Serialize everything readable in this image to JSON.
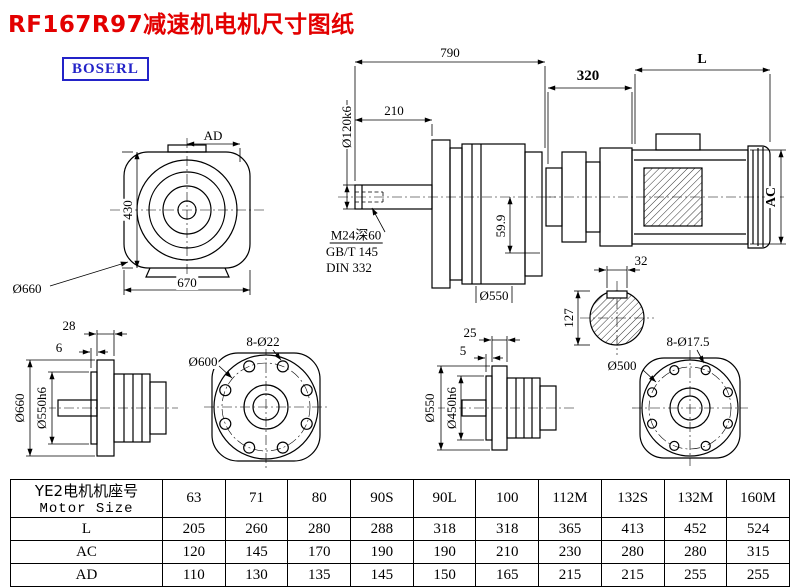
{
  "page": {
    "title": "RF167R97减速机电机尺寸图纸",
    "brand": "BOSERL"
  },
  "dims": {
    "ad": "AD",
    "d430": "430",
    "d670": "670",
    "d660a": "Ø660",
    "d790": "790",
    "d210": "210",
    "d120": "Ø120k6",
    "m24": "M24深60",
    "gbt": "GB/T 145",
    "din": "DIN 332",
    "d599": "59.9",
    "d550a": "Ø550",
    "d320": "320",
    "dL": "L",
    "dAC": "AC",
    "d32": "32",
    "d127": "127",
    "d28": "28",
    "d6": "6",
    "d660b": "Ø660",
    "d550h6": "Ø550h6",
    "d600": "Ø600",
    "h22": "8-Ø22",
    "d25": "25",
    "d5": "5",
    "d550b": "Ø550",
    "d450h6": "Ø450h6",
    "d500": "Ø500",
    "h175": "8-Ø17.5"
  },
  "table": {
    "header_cn": "YE2电机机座号",
    "header_en": "Motor Size",
    "columns": [
      "63",
      "71",
      "80",
      "90S",
      "90L",
      "100",
      "112M",
      "132S",
      "132M",
      "160M"
    ],
    "rows": [
      {
        "label": "L",
        "values": [
          "205",
          "260",
          "280",
          "288",
          "318",
          "318",
          "365",
          "413",
          "452",
          "524"
        ]
      },
      {
        "label": "AC",
        "values": [
          "120",
          "145",
          "170",
          "190",
          "190",
          "210",
          "230",
          "280",
          "280",
          "315"
        ]
      },
      {
        "label": "AD",
        "values": [
          "110",
          "130",
          "135",
          "145",
          "150",
          "165",
          "215",
          "215",
          "255",
          "255"
        ]
      }
    ]
  }
}
